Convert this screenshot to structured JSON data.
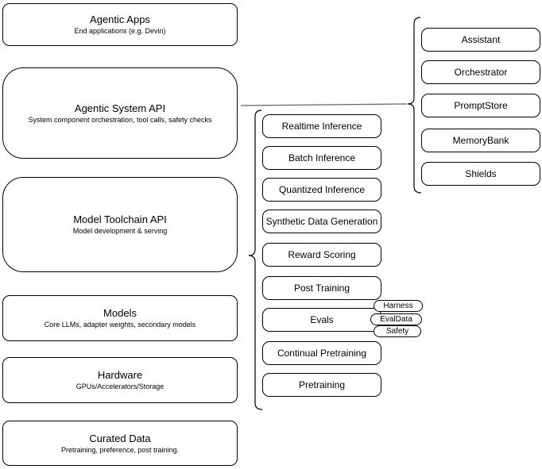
{
  "diagram": {
    "left_stack": [
      {
        "title": "Agentic Apps",
        "subtitle": "End applications (e.g. Devin)"
      },
      {
        "title": "Agentic System API",
        "subtitle": "System component orchestration, tool calls, safety checks"
      },
      {
        "title": "Model Toolchain API",
        "subtitle": "Model development & serving"
      },
      {
        "title": "Models",
        "subtitle": "Core LLMs, adapter weights, secondary models"
      },
      {
        "title": "Hardware",
        "subtitle": "GPUs/Accelerators/Storage"
      },
      {
        "title": "Curated Data",
        "subtitle": "Pretraining, preference, post training."
      }
    ],
    "toolchain_components": [
      "Realtime Inference",
      "Batch Inference",
      "Quantized Inference",
      "Synthetic Data Generation",
      "Reward Scoring",
      "Post Training",
      "Evals",
      "Continual Pretraining",
      "Pretraining"
    ],
    "evals_tags": [
      "Harness",
      "EvalData",
      "Safety"
    ],
    "system_components": [
      "Assistant",
      "Orchestrator",
      "PromptStore",
      "MemoryBank",
      "Shields"
    ],
    "colors": {
      "box_border": "#000000",
      "box_fill": "#ffffff",
      "connector": "#666666"
    }
  }
}
